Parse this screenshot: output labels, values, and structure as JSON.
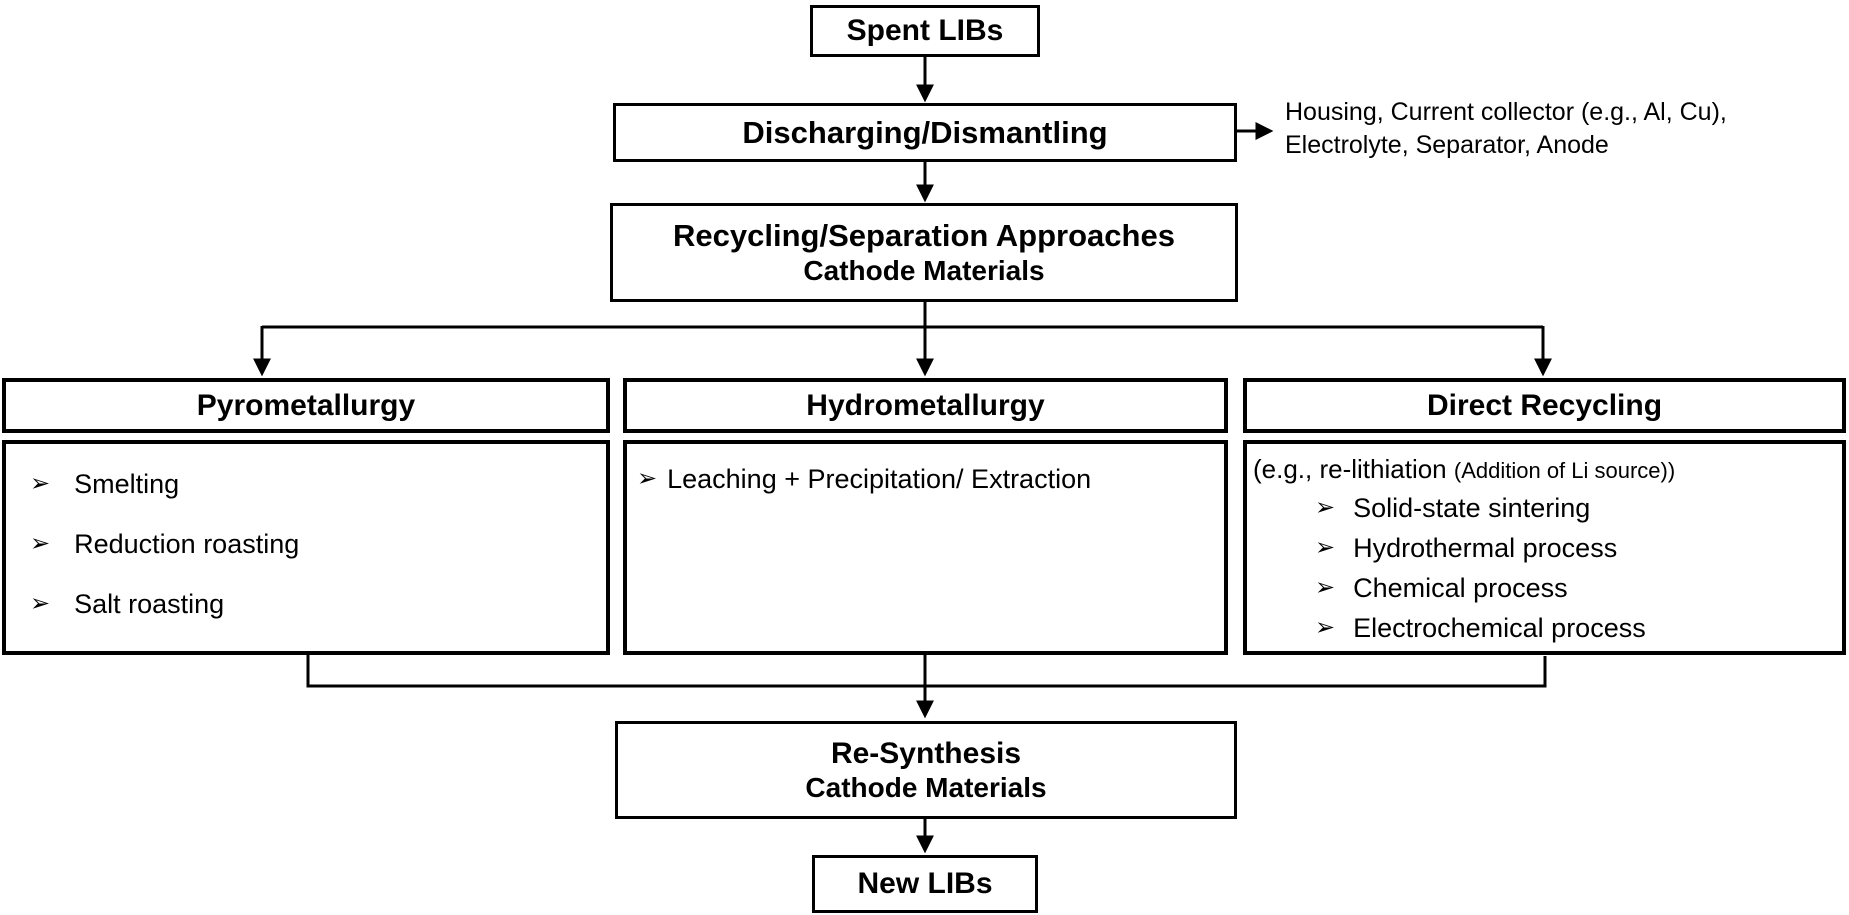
{
  "figure": {
    "bullet_glyph": "➢",
    "colors": {
      "line": "#000000",
      "background": "#ffffff",
      "text": "#000000"
    },
    "nodes": {
      "spent_libs": {
        "label": "Spent LIBs"
      },
      "discharging": {
        "label": "Discharging/Dismantling"
      },
      "discharging_byproducts": {
        "line1": "Housing, Current collector (e.g., Al, Cu),",
        "line2": "Electrolyte, Separator, Anode"
      },
      "recycling_approaches": {
        "title": "Recycling/Separation Approaches",
        "subtitle": "Cathode Materials"
      },
      "pyrometallurgy": {
        "title": "Pyrometallurgy",
        "items": [
          "Smelting",
          "Reduction roasting",
          "Salt roasting"
        ]
      },
      "hydrometallurgy": {
        "title": "Hydrometallurgy",
        "items": [
          "Leaching + Precipitation/ Extraction"
        ]
      },
      "direct_recycling": {
        "title": "Direct Recycling",
        "note_main": "(e.g., re-lithiation ",
        "note_small": "(Addition of Li source))",
        "items": [
          "Solid-state sintering",
          "Hydrothermal process",
          "Chemical process",
          "Electrochemical process"
        ]
      },
      "resynthesis": {
        "title": "Re-Synthesis",
        "subtitle": "Cathode Materials"
      },
      "new_libs": {
        "label": "New LIBs"
      }
    }
  }
}
